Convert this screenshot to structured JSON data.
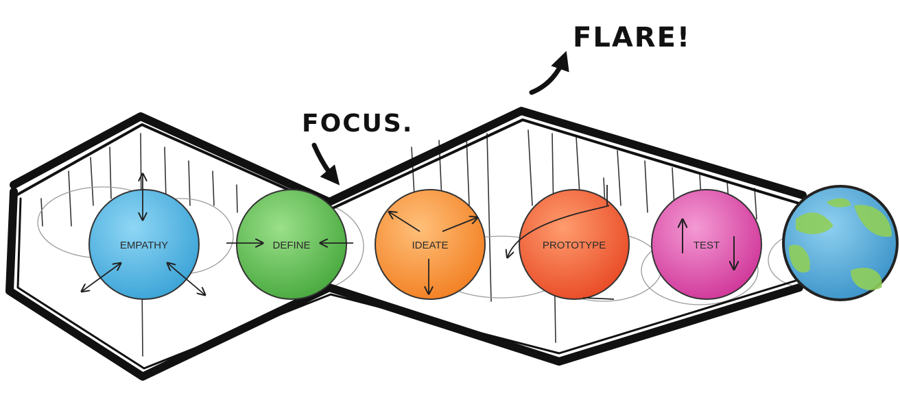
{
  "annotations": {
    "focus": "FOCUS.",
    "flare": "FLARE!"
  },
  "stages": [
    {
      "label": "EMPATHY",
      "color": "#4fb6e3"
    },
    {
      "label": "DEFINE",
      "color": "#5cb84f"
    },
    {
      "label": "IDEATE",
      "color": "#f5913a"
    },
    {
      "label": "PROTOTYPE",
      "color": "#f05a35"
    },
    {
      "label": "TEST",
      "color": "#de48a8"
    }
  ],
  "globe": {
    "icon": "globe-icon",
    "ocean_color": "#4aa8d8",
    "land_color": "#8fce5a"
  },
  "colors": {
    "outline": "#111111",
    "hatch": "#333333",
    "text": "#2a2a2a"
  }
}
